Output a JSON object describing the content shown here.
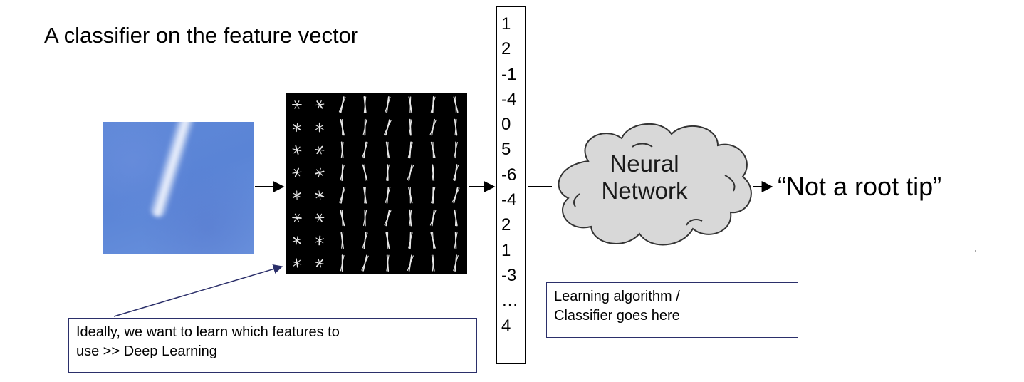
{
  "title": "A classifier on the feature vector",
  "feature_vector": [
    "1",
    "2",
    "-1",
    "-4",
    "0",
    "5",
    "-6",
    "-4",
    "2",
    "1",
    "-3",
    "…",
    "4"
  ],
  "classifier": {
    "line1": "Neural",
    "line2": "Network"
  },
  "output_label": "“Not a root tip”",
  "notes": {
    "ideal": [
      "Ideally, we want to learn which features to",
      "use >> Deep Learning"
    ],
    "learning": [
      "Learning algorithm /",
      "Classifier goes here"
    ]
  },
  "colors": {
    "photo_blue": "#5f88d8",
    "cloud_fill": "#d8d8d8",
    "note_border": "#2b2f6a",
    "annotation_arrow": "#2b2f6a"
  }
}
